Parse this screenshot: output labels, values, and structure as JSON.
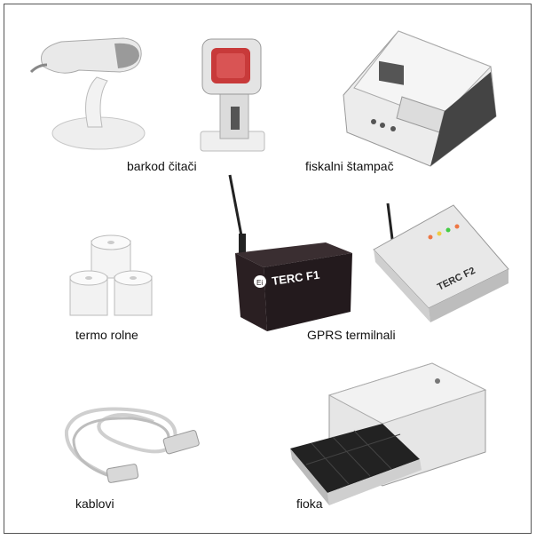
{
  "products": {
    "barcode_readers": {
      "label": "barkod čitači",
      "icon": "barcode-scanner-icon"
    },
    "fiscal_printer": {
      "label": "fiskalni štampač",
      "icon": "fiscal-printer-icon"
    },
    "thermal_rolls": {
      "label": "termo rolne",
      "icon": "paper-roll-icon"
    },
    "gprs_terminals": {
      "label": "GPRS termilnali",
      "icon": "gprs-terminal-icon",
      "device_f1_text": "TERC F1",
      "device_f2_text": "TERC F2",
      "logo_text": "Ei"
    },
    "cables": {
      "label": "kablovi",
      "icon": "serial-cable-icon"
    },
    "drawer": {
      "label": "fioka",
      "icon": "cash-drawer-icon"
    }
  },
  "colors": {
    "border": "#555555",
    "device_dark": "#2a1f22",
    "device_light": "#e6e6e6",
    "scanner_red": "#c83a3a"
  }
}
